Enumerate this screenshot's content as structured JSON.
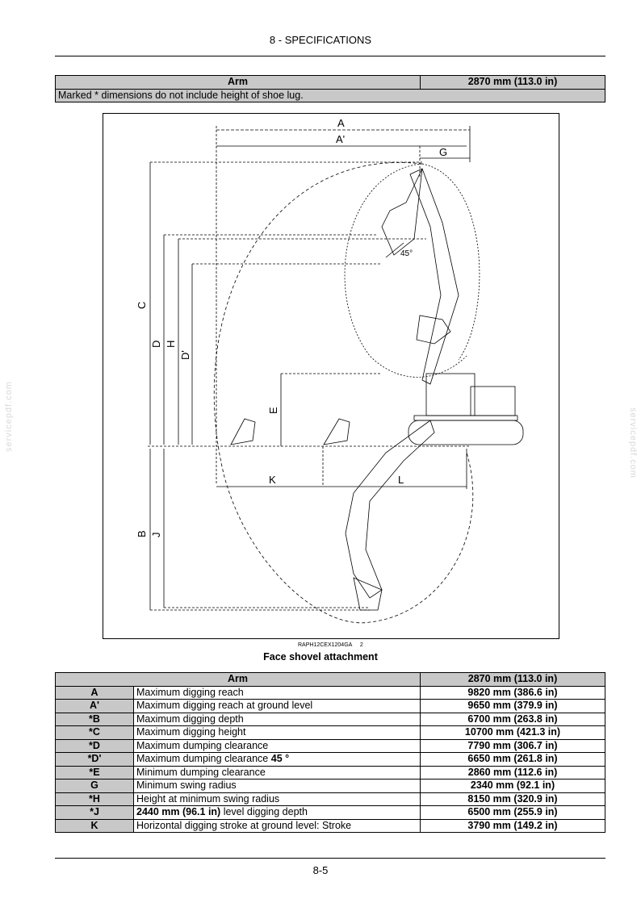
{
  "header": {
    "section": "8 - SPECIFICATIONS"
  },
  "top_table": {
    "arm_label": "Arm",
    "arm_value": "2870 mm (113.0 in)",
    "note": "Marked * dimensions do not include height of shoe lug."
  },
  "diagram": {
    "labels": {
      "A": "A",
      "A_prime": "A'",
      "G": "G",
      "C": "C",
      "D": "D",
      "H": "H",
      "D_prime": "D'",
      "E": "E",
      "K": "K",
      "L": "L",
      "B": "B",
      "J": "J",
      "angle": "45°"
    },
    "code": "RAPH12CEX1204GA",
    "number": "2",
    "caption": "Face shovel attachment"
  },
  "spec_table": {
    "header_label": "Arm",
    "header_value": "2870 mm (113.0 in)",
    "rows": [
      {
        "key": "A",
        "desc": "Maximum digging reach",
        "value_main": "9820 mm",
        "value_in": "(386.6 in)"
      },
      {
        "key": "A'",
        "desc": "Maximum digging reach at ground level",
        "value_main": "9650 mm",
        "value_in": "(379.9 in)"
      },
      {
        "key": "*B",
        "desc": "Maximum digging depth",
        "value_main": "6700 mm",
        "value_in": "(263.8 in)"
      },
      {
        "key": "*C",
        "desc": "Maximum digging height",
        "value_main": "10700 mm",
        "value_in": "(421.3 in)"
      },
      {
        "key": "*D",
        "desc": "Maximum dumping clearance",
        "value_main": "7790 mm",
        "value_in": "(306.7 in)"
      },
      {
        "key": "*D'",
        "desc": "Maximum dumping clearance",
        "desc_bold": "45 °",
        "value_main": "6650 mm",
        "value_in": "(261.8 in)"
      },
      {
        "key": "*E",
        "desc": "Minimum dumping clearance",
        "value_main": "2860 mm",
        "value_in": "(112.6 in)"
      },
      {
        "key": "G",
        "desc": "Minimum swing radius",
        "value_main": "2340 mm",
        "value_in": "(92.1 in)"
      },
      {
        "key": "*H",
        "desc": "Height at minimum swing radius",
        "value_main": "8150 mm",
        "value_in": "(320.9 in)"
      },
      {
        "key": "*J",
        "desc_pre_bold": "2440 mm (96.1 in)",
        "desc": "level digging depth",
        "value_main": "6500 mm",
        "value_in": "(255.9 in)"
      },
      {
        "key": "K",
        "desc": "Horizontal digging stroke at ground level: Stroke",
        "value_main": "3790 mm",
        "value_in": "(149.2 in)"
      }
    ]
  },
  "footer": {
    "page": "8-5"
  },
  "watermark": {
    "text": "servicepdf.com"
  }
}
